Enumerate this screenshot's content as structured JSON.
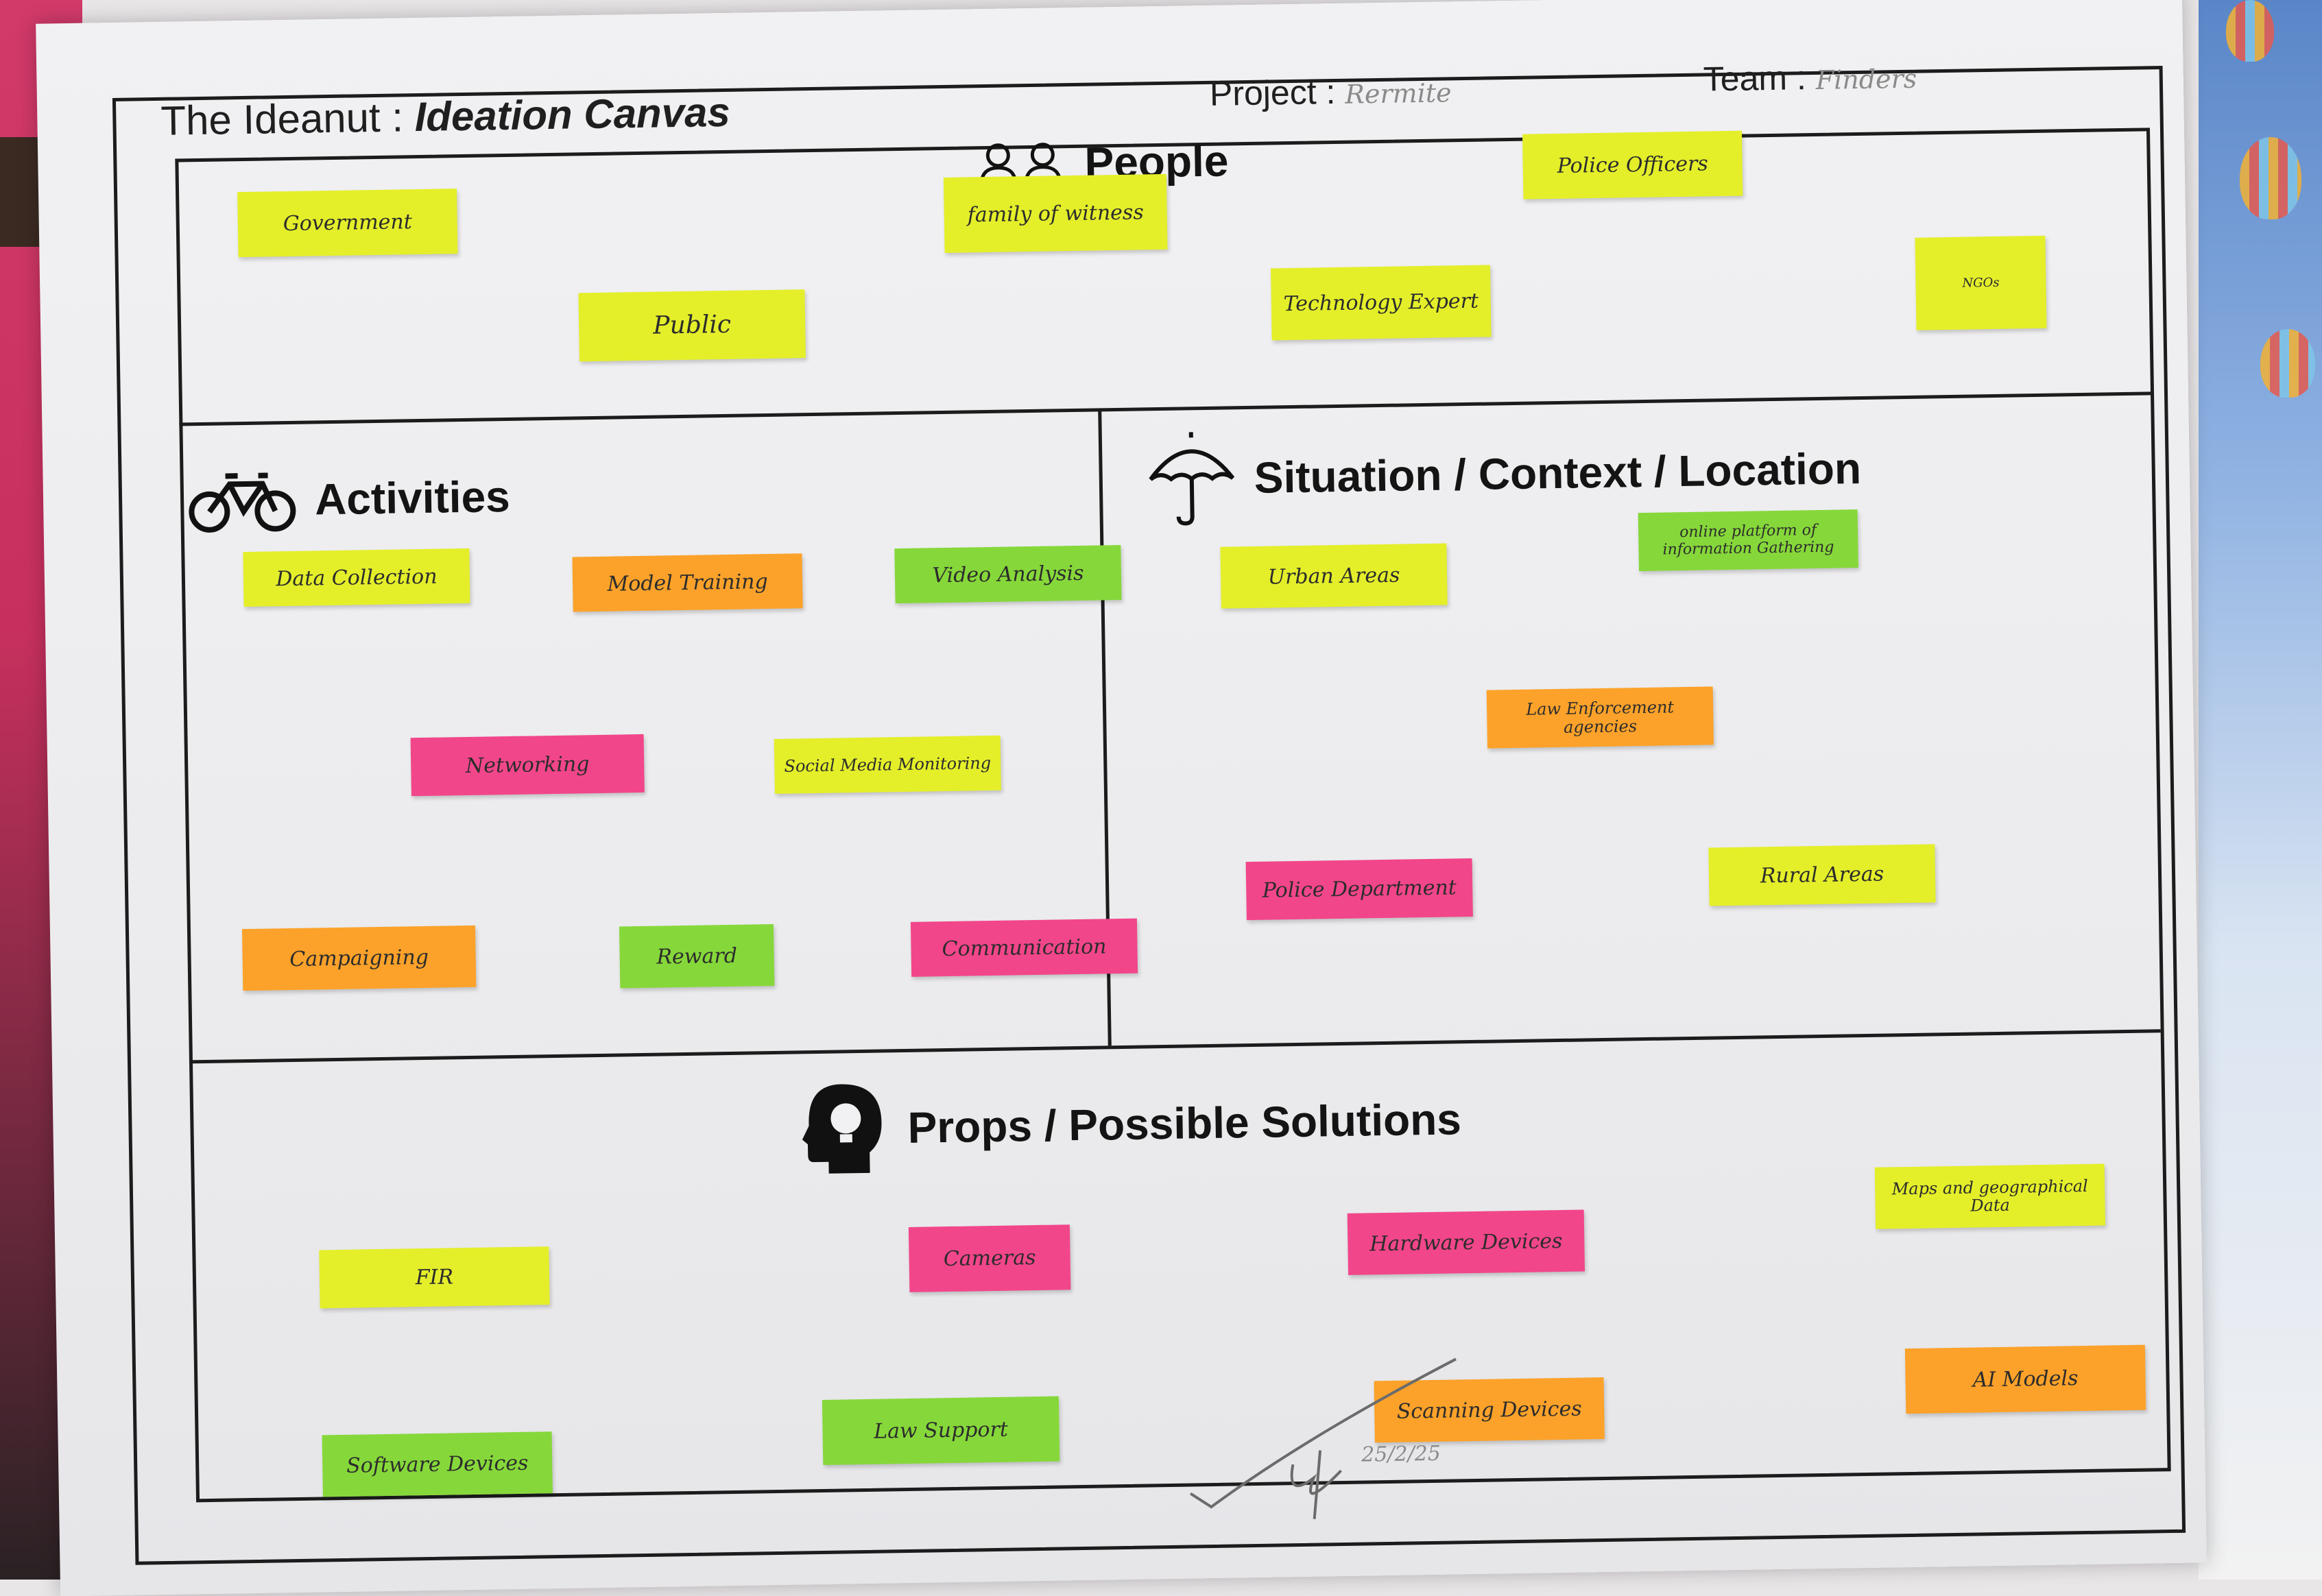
{
  "header": {
    "brand": "The Ideanut :",
    "canvas_title": "Ideation Canvas",
    "project_label": "Project :",
    "project_value": "Rermite",
    "team_label": "Team :",
    "team_value": "Finders"
  },
  "sections": {
    "people": {
      "title": "People",
      "notes": [
        {
          "text": "Government",
          "color": "#e4ef2a"
        },
        {
          "text": "Public",
          "color": "#e4ef2a"
        },
        {
          "text": "family of witness",
          "color": "#e4ef2a"
        },
        {
          "text": "Technology Expert",
          "color": "#e4ef2a"
        },
        {
          "text": "Police Officers",
          "color": "#e4ef2a"
        },
        {
          "text": "NGOs",
          "color": "#e4ef2a"
        }
      ]
    },
    "activities": {
      "title": "Activities",
      "notes": [
        {
          "text": "Data Collection",
          "color": "#e4ef2a"
        },
        {
          "text": "Model Training",
          "color": "#fca22a"
        },
        {
          "text": "Video Analysis",
          "color": "#86d83a"
        },
        {
          "text": "Networking",
          "color": "#f2468a"
        },
        {
          "text": "Social Media Monitoring",
          "color": "#e4ef2a"
        },
        {
          "text": "Campaigning",
          "color": "#fca22a"
        },
        {
          "text": "Reward",
          "color": "#86d83a"
        },
        {
          "text": "Communication",
          "color": "#f2468a"
        }
      ]
    },
    "situation": {
      "title": "Situation / Context / Location",
      "notes": [
        {
          "text": "Urban Areas",
          "color": "#e4ef2a"
        },
        {
          "text": "online platform of information Gathering",
          "color": "#86d83a"
        },
        {
          "text": "Law Enforcement agencies",
          "color": "#fca22a"
        },
        {
          "text": "Police Department",
          "color": "#f2468a"
        },
        {
          "text": "Rural Areas",
          "color": "#e4ef2a"
        }
      ]
    },
    "props": {
      "title": "Props  / Possible Solutions",
      "notes": [
        {
          "text": "FIR",
          "color": "#e4ef2a"
        },
        {
          "text": "Cameras",
          "color": "#f2468a"
        },
        {
          "text": "Hardware Devices",
          "color": "#f2468a"
        },
        {
          "text": "Maps and geographical Data",
          "color": "#e4ef2a"
        },
        {
          "text": "Software Devices",
          "color": "#86d83a"
        },
        {
          "text": "Law Support",
          "color": "#86d83a"
        },
        {
          "text": "Scanning Devices",
          "color": "#fca22a"
        },
        {
          "text": "AI Models",
          "color": "#fca22a"
        }
      ]
    }
  },
  "signature": {
    "date": "25/2/25"
  },
  "icons": [
    "people-icon",
    "bicycle-icon",
    "umbrella-icon",
    "head-lightbulb-icon"
  ]
}
